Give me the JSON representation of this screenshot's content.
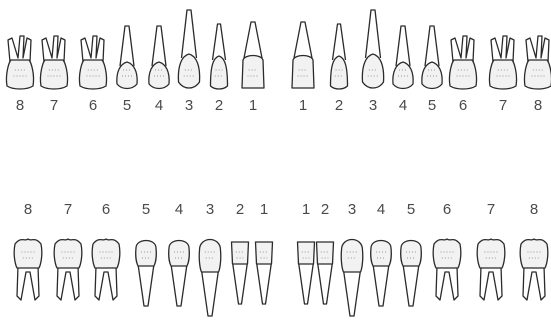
{
  "upper_row": {
    "labels": [
      "8",
      "7",
      "6",
      "5",
      "4",
      "3",
      "2",
      "1",
      "1",
      "2",
      "3",
      "4",
      "5",
      "6",
      "7",
      "8"
    ],
    "types": [
      "molar",
      "molar",
      "molar",
      "premolar",
      "premolar",
      "canine",
      "incisor",
      "incisor-c",
      "incisor-c",
      "incisor",
      "canine",
      "premolar",
      "premolar",
      "molar",
      "molar",
      "molar"
    ]
  },
  "lower_row": {
    "labels": [
      "8",
      "7",
      "6",
      "5",
      "4",
      "3",
      "2",
      "1",
      "1",
      "2",
      "3",
      "4",
      "5",
      "6",
      "7",
      "8"
    ],
    "types": [
      "molar",
      "molar",
      "molar",
      "premolar",
      "premolar",
      "canine",
      "incisor",
      "incisor",
      "incisor",
      "incisor",
      "canine",
      "premolar",
      "premolar",
      "molar",
      "molar",
      "molar"
    ]
  }
}
